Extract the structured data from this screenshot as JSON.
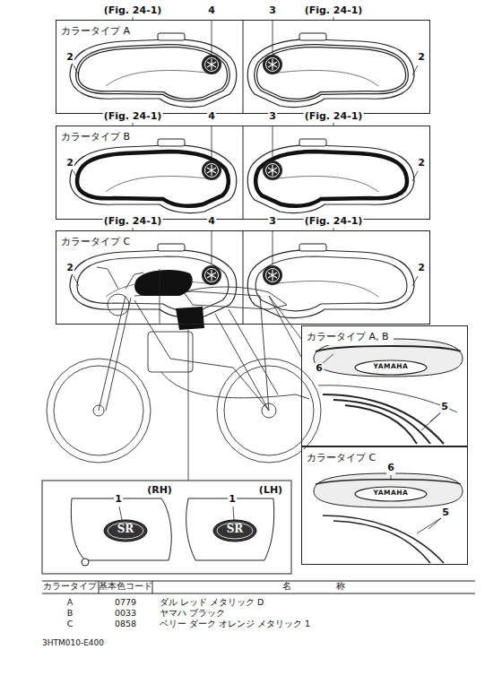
{
  "diagram": {
    "nodes": [
      {
        "text": [
          "カラータイプ A"
        ]
      },
      {
        "text": [
          "カラータイプ B"
        ]
      },
      {
        "text": [
          "カラータイプ C"
        ]
      },
      {
        "text": [
          "カラータイプ A, B"
        ]
      },
      {
        "text": [
          "カラータイプ C"
        ]
      }
    ],
    "labels": [
      "(Fig. 24-1)",
      "4",
      "3",
      "(Fig. 24-1)",
      "2",
      "2",
      "(Fig. 24-1)",
      "4",
      "3",
      "(Fig. 24-1)",
      "2",
      "2",
      "(Fig. 24-1)",
      "4",
      "3",
      "(Fig. 24-1)",
      "2",
      "2",
      "6",
      "YAMAHA",
      "5",
      "6",
      "YAMAHA",
      "5",
      "1",
      "(RH)",
      "SR",
      "1",
      "(LH)",
      "SR",
      "カラータイプ",
      "基本色コード",
      "名　　　　　称",
      "A",
      "0779",
      "ダル レッド メタリック D",
      "B",
      "0033",
      "ヤマハ ブラック",
      "C",
      "0858",
      "ベリー ダーク オレンジ メタリック 1",
      "3HTM010-E400"
    ]
  }
}
